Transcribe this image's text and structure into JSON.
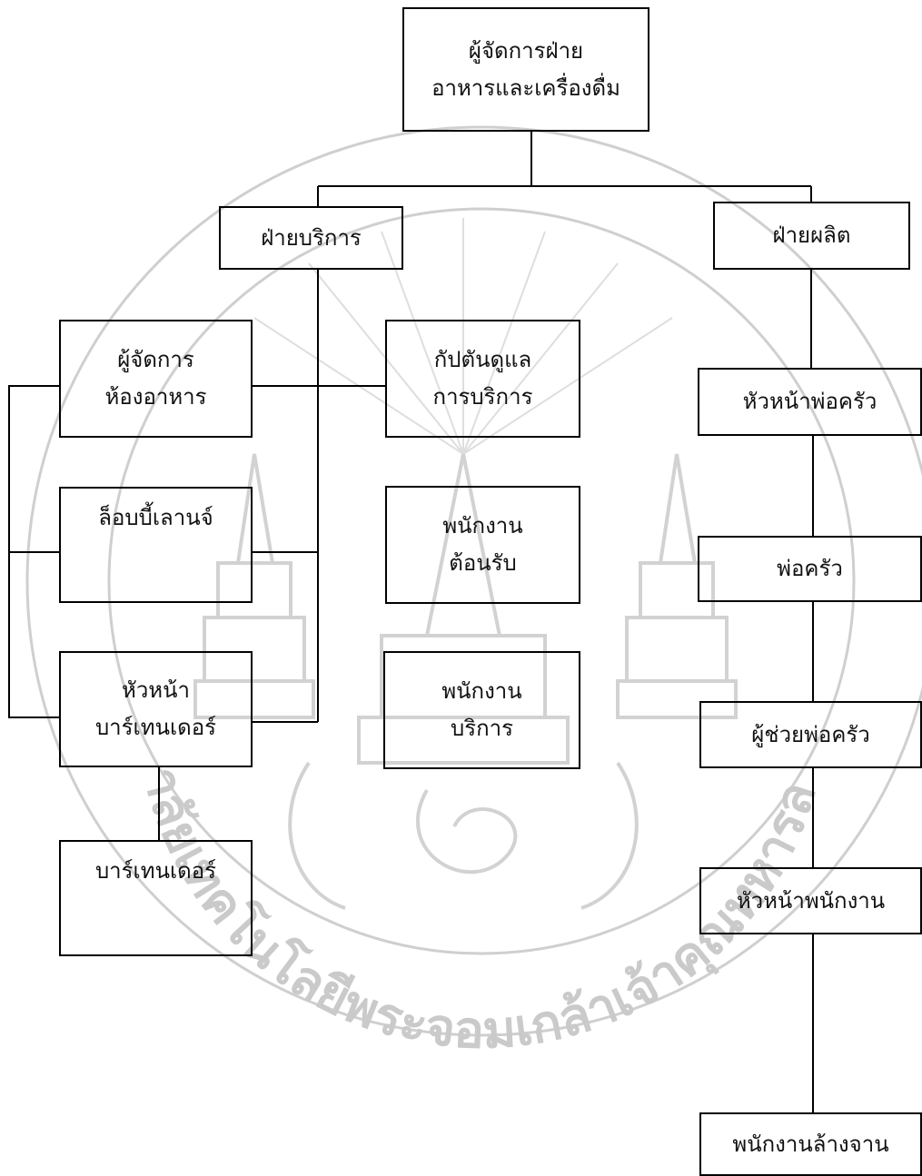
{
  "watermark": {
    "arc_text": "มหาวิทยาลัยเทคโนโลยีพระจอมเกล้าเจ้าคุณทหารลาดกระบัง",
    "color": "#c8c8c8"
  },
  "nodes": {
    "gm": {
      "line1": "ผู้จัดการฝ่าย",
      "line2": "อาหารและเครื่องดื่ม"
    },
    "service": {
      "line1": "ฝ่ายบริการ"
    },
    "production": {
      "line1": "ฝ่ายผลิต"
    },
    "rest_mgr": {
      "line1": "ผู้จัดการ",
      "line2": "ห้องอาหาร"
    },
    "captain": {
      "line1": "กัปตันดูแล",
      "line2": "การบริการ"
    },
    "lobby": {
      "line1": "ล็อบบี้เลานจ์"
    },
    "reception": {
      "line1": "พนักงาน",
      "line2": "ต้อนรับ"
    },
    "head_bar": {
      "line1": "หัวหน้า",
      "line2": "บาร์เทนเดอร์"
    },
    "waiter": {
      "line1": "พนักงาน",
      "line2": "บริการ"
    },
    "bartender": {
      "line1": "บาร์เทนเดอร์"
    },
    "head_chef": {
      "line1": "หัวหน้าพ่อครัว"
    },
    "chef": {
      "line1": "พ่อครัว"
    },
    "asst_chef": {
      "line1": "ผู้ช่วยพ่อครัว"
    },
    "head_staff": {
      "line1": "หัวหน้าพนักงาน"
    },
    "dishwasher": {
      "line1": "พนักงานล้างจาน"
    }
  }
}
